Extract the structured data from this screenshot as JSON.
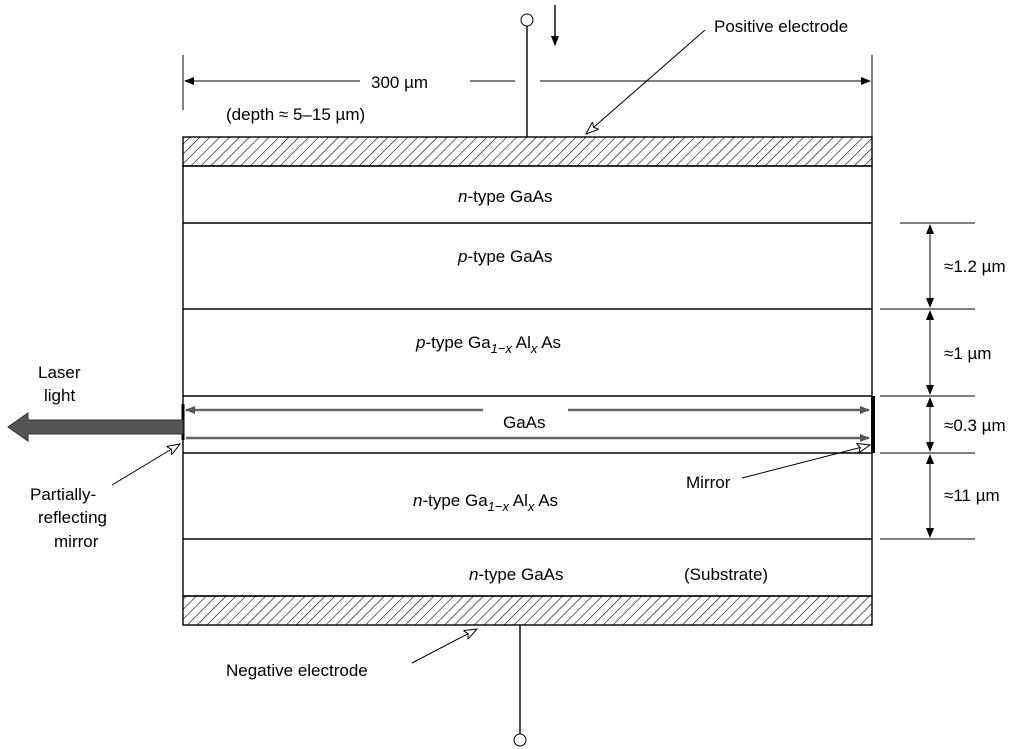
{
  "dimension": {
    "width_label": "300 µm",
    "depth_label": "(depth ≈ 5–15 µm)"
  },
  "electrodes": {
    "positive_label": "Positive electrode",
    "negative_label": "Negative electrode"
  },
  "layers": {
    "n_gaas_top": {
      "prefix": "n",
      "rest": "-type GaAs"
    },
    "p_gaas": {
      "prefix": "p",
      "rest": "-type GaAs"
    },
    "p_gaalas": {
      "prefix": "p",
      "rest": "-type Ga",
      "sub1": "1−x",
      "mid": " Al",
      "sub2": "x",
      "tail": " As"
    },
    "gaas_active": {
      "label": "GaAs"
    },
    "n_gaalas": {
      "prefix": "n",
      "rest": "-type Ga",
      "sub1": "1−x",
      "mid": " Al",
      "sub2": "x",
      "tail": " As"
    },
    "n_gaas_bottom": {
      "prefix": "n",
      "rest": "-type GaAs"
    },
    "substrate_label": "(Substrate)"
  },
  "thicknesses": {
    "p_gaas": "≈1.2 µm",
    "p_gaalas": "≈1 µm",
    "active": "≈0.3 µm",
    "n_gaalas": "≈11 µm"
  },
  "labels": {
    "laser_line1": "Laser",
    "laser_line2": "light",
    "partial_line1": "Partially-",
    "partial_line2": "reflecting",
    "partial_line3": "mirror",
    "mirror": "Mirror"
  },
  "colors": {
    "grey_arrow": "#555555",
    "hatch": "#000000"
  }
}
